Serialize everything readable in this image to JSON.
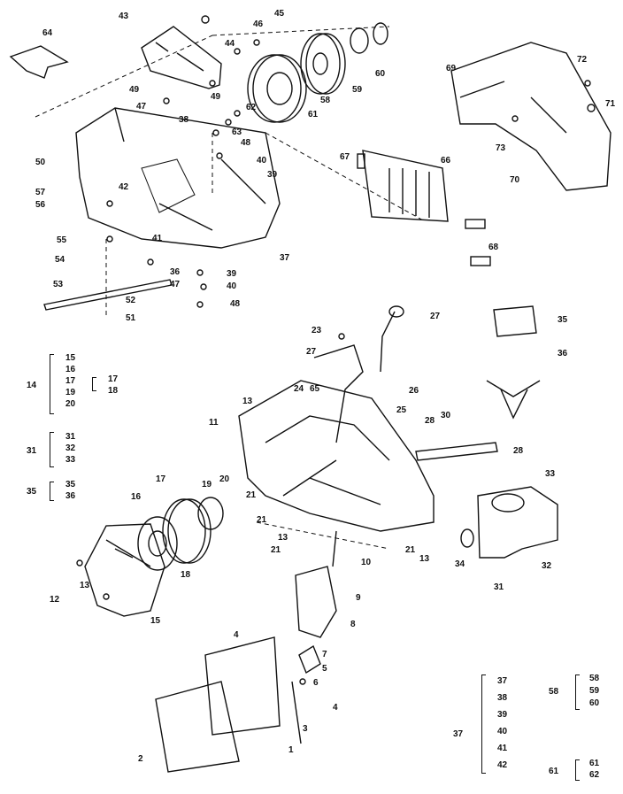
{
  "labels": {
    "l64": "64",
    "l43": "43",
    "l45": "45",
    "l46": "46",
    "l44": "44",
    "l60": "60",
    "l59": "59",
    "l58": "58",
    "l61": "61",
    "l62": "62",
    "l63": "63",
    "l49a": "49",
    "l49b": "49",
    "l47": "47",
    "l38": "38",
    "l48": "48",
    "l40a": "40",
    "l39a": "39",
    "l50": "50",
    "l57": "57",
    "l56": "56",
    "l42": "42",
    "l41": "41",
    "l37": "37",
    "l55": "55",
    "l54": "54",
    "l36": "36",
    "l39b": "39",
    "l47b": "47",
    "l40b": "40",
    "l53": "53",
    "l52": "52",
    "l51": "51",
    "l48b": "48",
    "l69": "69",
    "l72": "72",
    "l71": "71",
    "l73": "73",
    "l70": "70",
    "l67": "67",
    "l66": "66",
    "l68": "68",
    "l27a": "27",
    "l23": "23",
    "l27b": "27",
    "l24": "24",
    "l65": "65",
    "l26": "26",
    "l25": "25",
    "l35": "35",
    "l36b": "36",
    "l11": "11",
    "l13a": "13",
    "l28a": "28",
    "l30": "30",
    "l28b": "28",
    "l17": "17",
    "l16": "16",
    "l19": "19",
    "l20": "20",
    "l21a": "21",
    "l21b": "21",
    "l13b": "13",
    "l21c": "21",
    "l10": "10",
    "l21d": "21",
    "l13c": "13",
    "l33": "33",
    "l34": "34",
    "l31": "31",
    "l32": "32",
    "l18": "18",
    "l13d": "13",
    "l12": "12",
    "l15": "15",
    "l9": "9",
    "l8": "8",
    "l4a": "4",
    "l7": "7",
    "l5": "5",
    "l6": "6",
    "l4b": "4",
    "l3": "3",
    "l1": "1",
    "l2": "2"
  },
  "groups": {
    "g14": {
      "key": "14",
      "items": [
        "15",
        "16",
        "17",
        "19",
        "20"
      ],
      "sub_items": [
        "17",
        "18"
      ]
    },
    "g31": {
      "key": "31",
      "items": [
        "31",
        "32",
        "33"
      ]
    },
    "g35": {
      "key": "35",
      "items": [
        "35",
        "36"
      ]
    },
    "g37": {
      "key": "37",
      "items": [
        "37",
        "38",
        "39",
        "40",
        "41",
        "42"
      ]
    },
    "g58": {
      "key": "58",
      "items": [
        "58",
        "59",
        "60"
      ]
    },
    "g61": {
      "key": "61",
      "items": [
        "61",
        "62"
      ]
    }
  }
}
